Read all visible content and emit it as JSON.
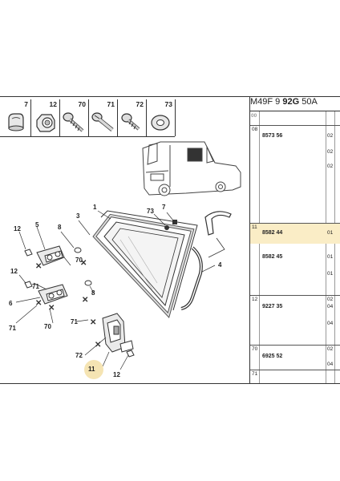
{
  "header": {
    "code_a": "M49F 9",
    "code_b": "92G",
    "code_c": "50A"
  },
  "icon_strip": [
    {
      "num": "7",
      "icon": "plug-icon"
    },
    {
      "num": "12",
      "icon": "nut-icon"
    },
    {
      "num": "70",
      "icon": "tapping-screw-icon"
    },
    {
      "num": "71",
      "icon": "screw-icon"
    },
    {
      "num": "72",
      "icon": "short-screw-icon"
    },
    {
      "num": "73",
      "icon": "washer-icon"
    }
  ],
  "parts_table": {
    "top_fragment": "00",
    "rows": [
      {
        "ref": "08",
        "part": "8573 56",
        "qtys": [
          "02",
          "02",
          "02"
        ]
      },
      {
        "ref": "11",
        "part": "8582 44",
        "qtys": [
          "01"
        ],
        "highlighted": true
      },
      {
        "ref": "",
        "part": "8582 45",
        "qtys": [
          "01",
          "01"
        ]
      },
      {
        "ref": "12",
        "part": "9227 35",
        "qtys": [
          "02",
          "04",
          "04"
        ]
      },
      {
        "ref": "70",
        "part": "6925 52",
        "qtys": [
          "02",
          "04"
        ]
      },
      {
        "ref": "71",
        "part": "",
        "qtys": []
      }
    ]
  },
  "callouts": {
    "c1": "1",
    "c3": "3",
    "c4": "4",
    "c5": "5",
    "c6": "6",
    "c7": "7",
    "c8a": "8",
    "c8b": "8",
    "c11": "11",
    "c12a": "12",
    "c12b": "12",
    "c12c": "12",
    "c70a": "70",
    "c70b": "70",
    "c71a": "71",
    "c71b": "71",
    "c71c": "71",
    "c72": "72",
    "c73": "73"
  },
  "colors": {
    "highlight": "#faedc6",
    "callout_highlight": "#f5e4b3",
    "line": "#333333"
  }
}
